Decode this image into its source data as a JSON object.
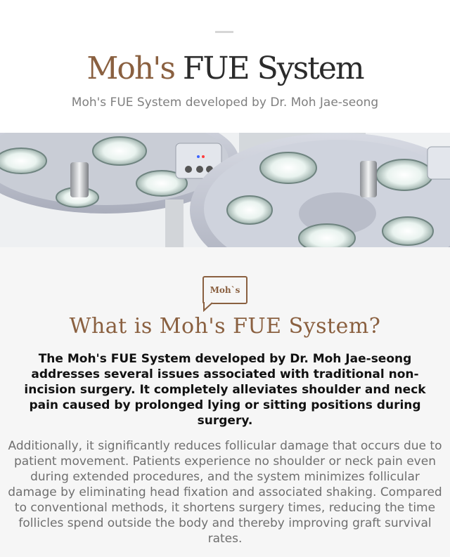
{
  "header": {
    "title_brand": "Moh's",
    "title_rest": " FUE System",
    "subtitle": "Moh's FUE System developed by Dr. Moh Jae-seong"
  },
  "hero": {
    "description": "surgical-lamp-photo"
  },
  "intro": {
    "badge": "Moh`s",
    "heading": "What is Moh's FUE System?",
    "lead": "The Moh's FUE System developed by Dr. Moh Jae-seong addresses several issues associated with traditional non-incision surgery. It completely alleviates shoulder and neck pain caused by prolonged lying or sitting positions during surgery.",
    "body": "Additionally, it significantly reduces follicular damage that occurs due to patient movement. Patients experience no shoulder or neck pain even during extended procedures, and the system minimizes follicular damage by eliminating head fixation and associated shaking. Compared to conventional methods, it shortens surgery times, reducing the time follicles spend outside the body and thereby improving graft survival rates."
  },
  "colors": {
    "accent": "#8a6040",
    "text_dark": "#111111",
    "text_muted": "#6f6f6f"
  }
}
